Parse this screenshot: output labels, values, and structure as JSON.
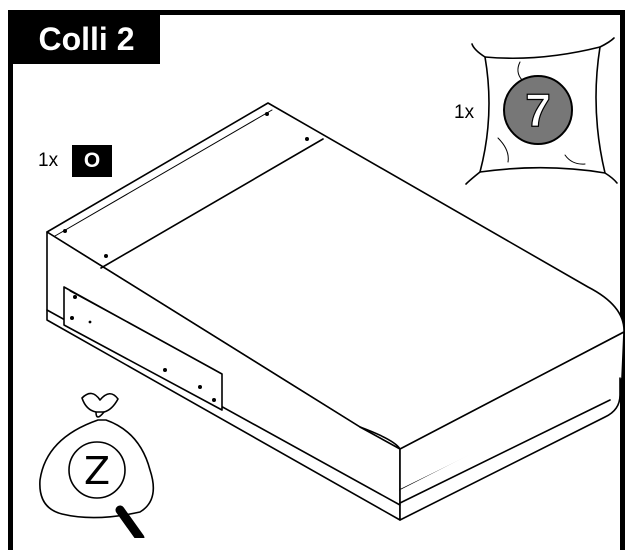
{
  "header": {
    "title": "Colli 2"
  },
  "parts": [
    {
      "quantity": "1x",
      "label": "O",
      "icon": "panel-label-icon"
    },
    {
      "quantity": "1x",
      "label": "7",
      "icon": "cushion-icon"
    }
  ],
  "bag": {
    "label": "Z",
    "icon": "hardware-bag-icon"
  },
  "colors": {
    "label_background": "#000000",
    "badge_gray": "#777777"
  }
}
